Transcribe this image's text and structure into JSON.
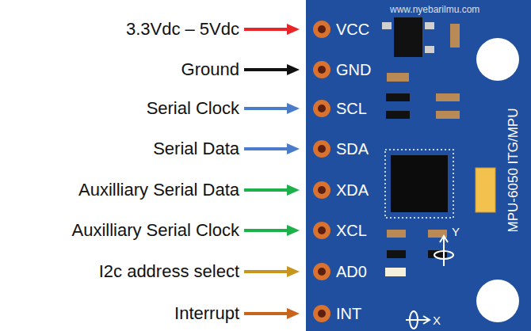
{
  "diagram": {
    "labels": [
      "3.3Vdc – 5Vdc",
      "Ground",
      "Serial Clock",
      "Serial Data",
      "Auxilliary Serial Data",
      "Auxilliary Serial Clock",
      "I2c address select",
      "Interrupt",
      "VCC",
      "GND",
      "SCL",
      "SDA",
      "XDA",
      "XCL",
      "AD0",
      "INT",
      "www.nyebarilmu.com",
      "MPU-6050 ITG/MPU",
      "Y",
      "X"
    ]
  }
}
